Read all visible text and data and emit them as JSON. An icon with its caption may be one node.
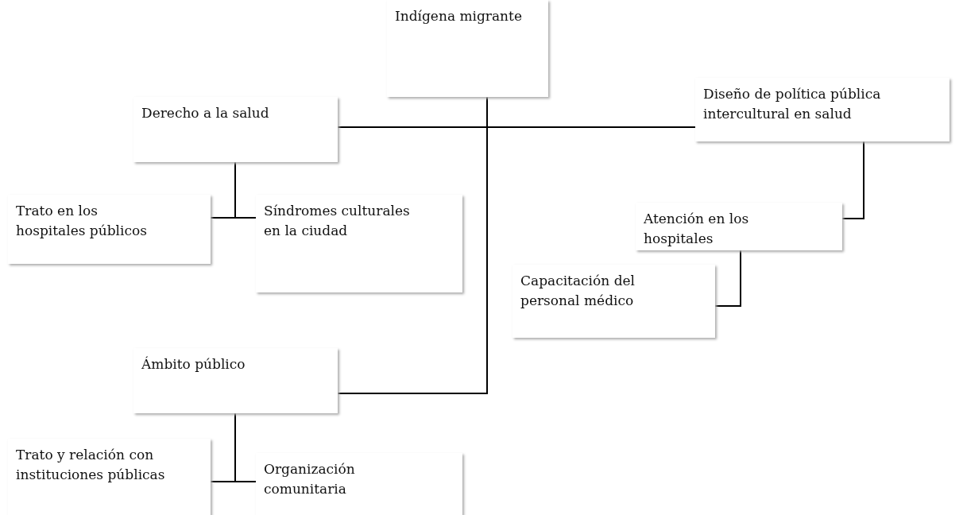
{
  "diagram": {
    "nodes": [
      {
        "text": [
          "Indígena migrante"
        ]
      },
      {
        "text": [
          "Derecho a la salud"
        ]
      },
      {
        "text": [
          "Diseño de política pública intercultural en salud"
        ]
      },
      {
        "text": [
          "Trato en los hospitales públicos"
        ]
      },
      {
        "text": [
          "Síndromes culturales en la ciudad"
        ]
      },
      {
        "text": [
          "Atención en los hospitales"
        ]
      },
      {
        "text": [
          "Capacitación del personal médico"
        ]
      },
      {
        "text": [
          "Ámbito público"
        ]
      },
      {
        "text": [
          "Trato y relación con instituciones públicas"
        ]
      },
      {
        "text": [
          "Organización comunitaria"
        ]
      }
    ],
    "edges": [
      {
        "from": 0,
        "to": 1,
        "arrow": "none"
      },
      {
        "from": 0,
        "to": 2,
        "arrow": "none"
      },
      {
        "from": 0,
        "to": 7,
        "arrow": "none"
      },
      {
        "from": 1,
        "to": 3,
        "arrow": "none"
      },
      {
        "from": 1,
        "to": 4,
        "arrow": "none"
      },
      {
        "from": 2,
        "to": 5,
        "arrow": "none"
      },
      {
        "from": 5,
        "to": 6,
        "arrow": "none"
      },
      {
        "from": 7,
        "to": 8,
        "arrow": "none"
      },
      {
        "from": 7,
        "to": 9,
        "arrow": "none"
      }
    ]
  }
}
